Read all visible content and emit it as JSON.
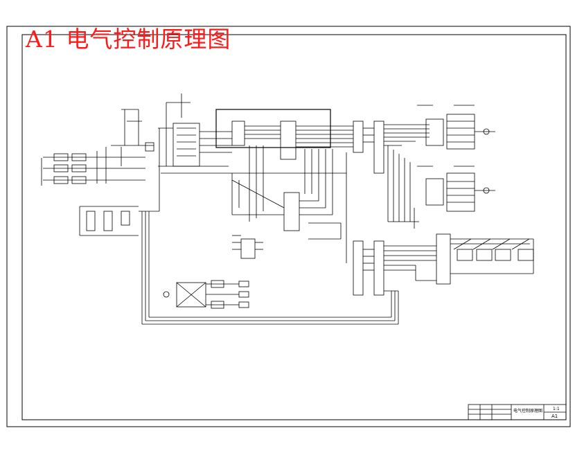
{
  "title": "A1 电气控制原理图",
  "title_color": "#ff1a1a",
  "title_block": {
    "drawing_name": "电气控制原理图",
    "sheet_size": "A1",
    "scale": "1:1"
  }
}
